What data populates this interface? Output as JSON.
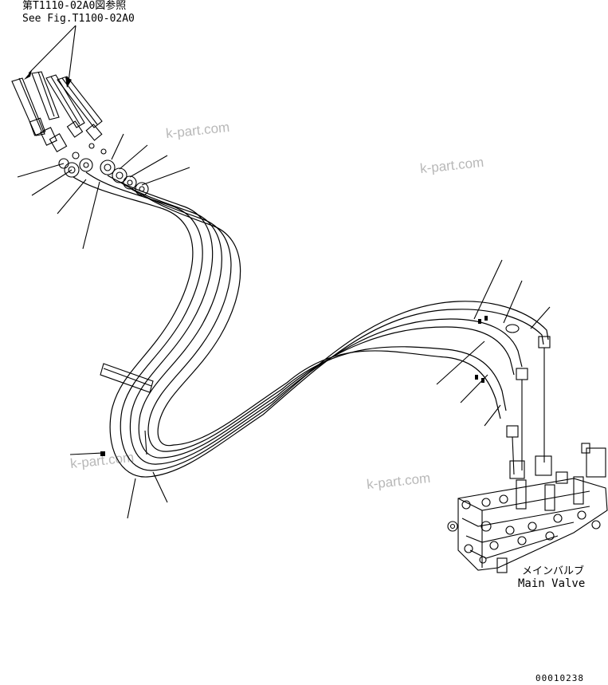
{
  "reference": {
    "jp": "第T1110-02A0図参照",
    "en": "See Fig.T1100-02A0"
  },
  "component": {
    "jp": "メインバルブ",
    "en": "Main Valve"
  },
  "watermarks": [
    "k-part.com",
    "k-part.com",
    "k-part.com",
    "k-part.com"
  ],
  "drawing_number": "00010238"
}
